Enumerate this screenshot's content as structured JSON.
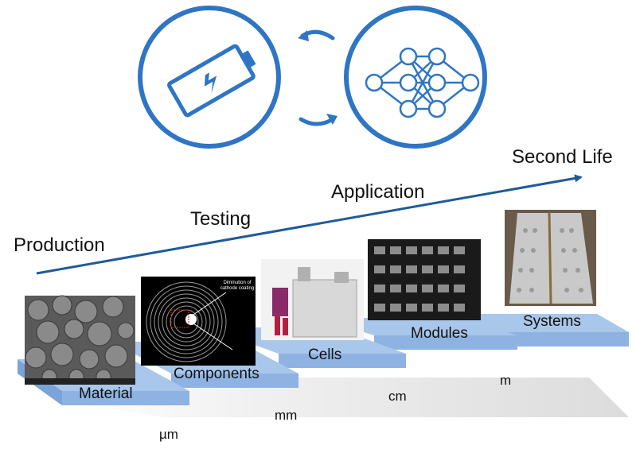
{
  "lifecycle": {
    "stages": [
      "Production",
      "Testing",
      "Application",
      "Second Life"
    ],
    "arrow_color": "#1f5b99"
  },
  "icons": {
    "left": "battery-charging-icon",
    "right": "neural-network-icon",
    "cycle": "circular-arrows-icon",
    "color": "#2f75c5"
  },
  "steps": [
    {
      "label": "Material",
      "photo": "sem-micrograph-photo"
    },
    {
      "label": "Components",
      "photo": "cell-cross-section-ct-photo"
    },
    {
      "label": "Cells",
      "photo": "pouch-cell-photo"
    },
    {
      "label": "Modules",
      "photo": "battery-module-photo"
    },
    {
      "label": "Systems",
      "photo": "battery-system-photo"
    }
  ],
  "ct_caption": "Diminution of cathode coating",
  "units": [
    "µm",
    "mm",
    "cm",
    "m"
  ],
  "colors": {
    "step_top": "#a9c6eb",
    "step_front": "#8eb3e2",
    "scale_band": "#e6e6e6"
  }
}
